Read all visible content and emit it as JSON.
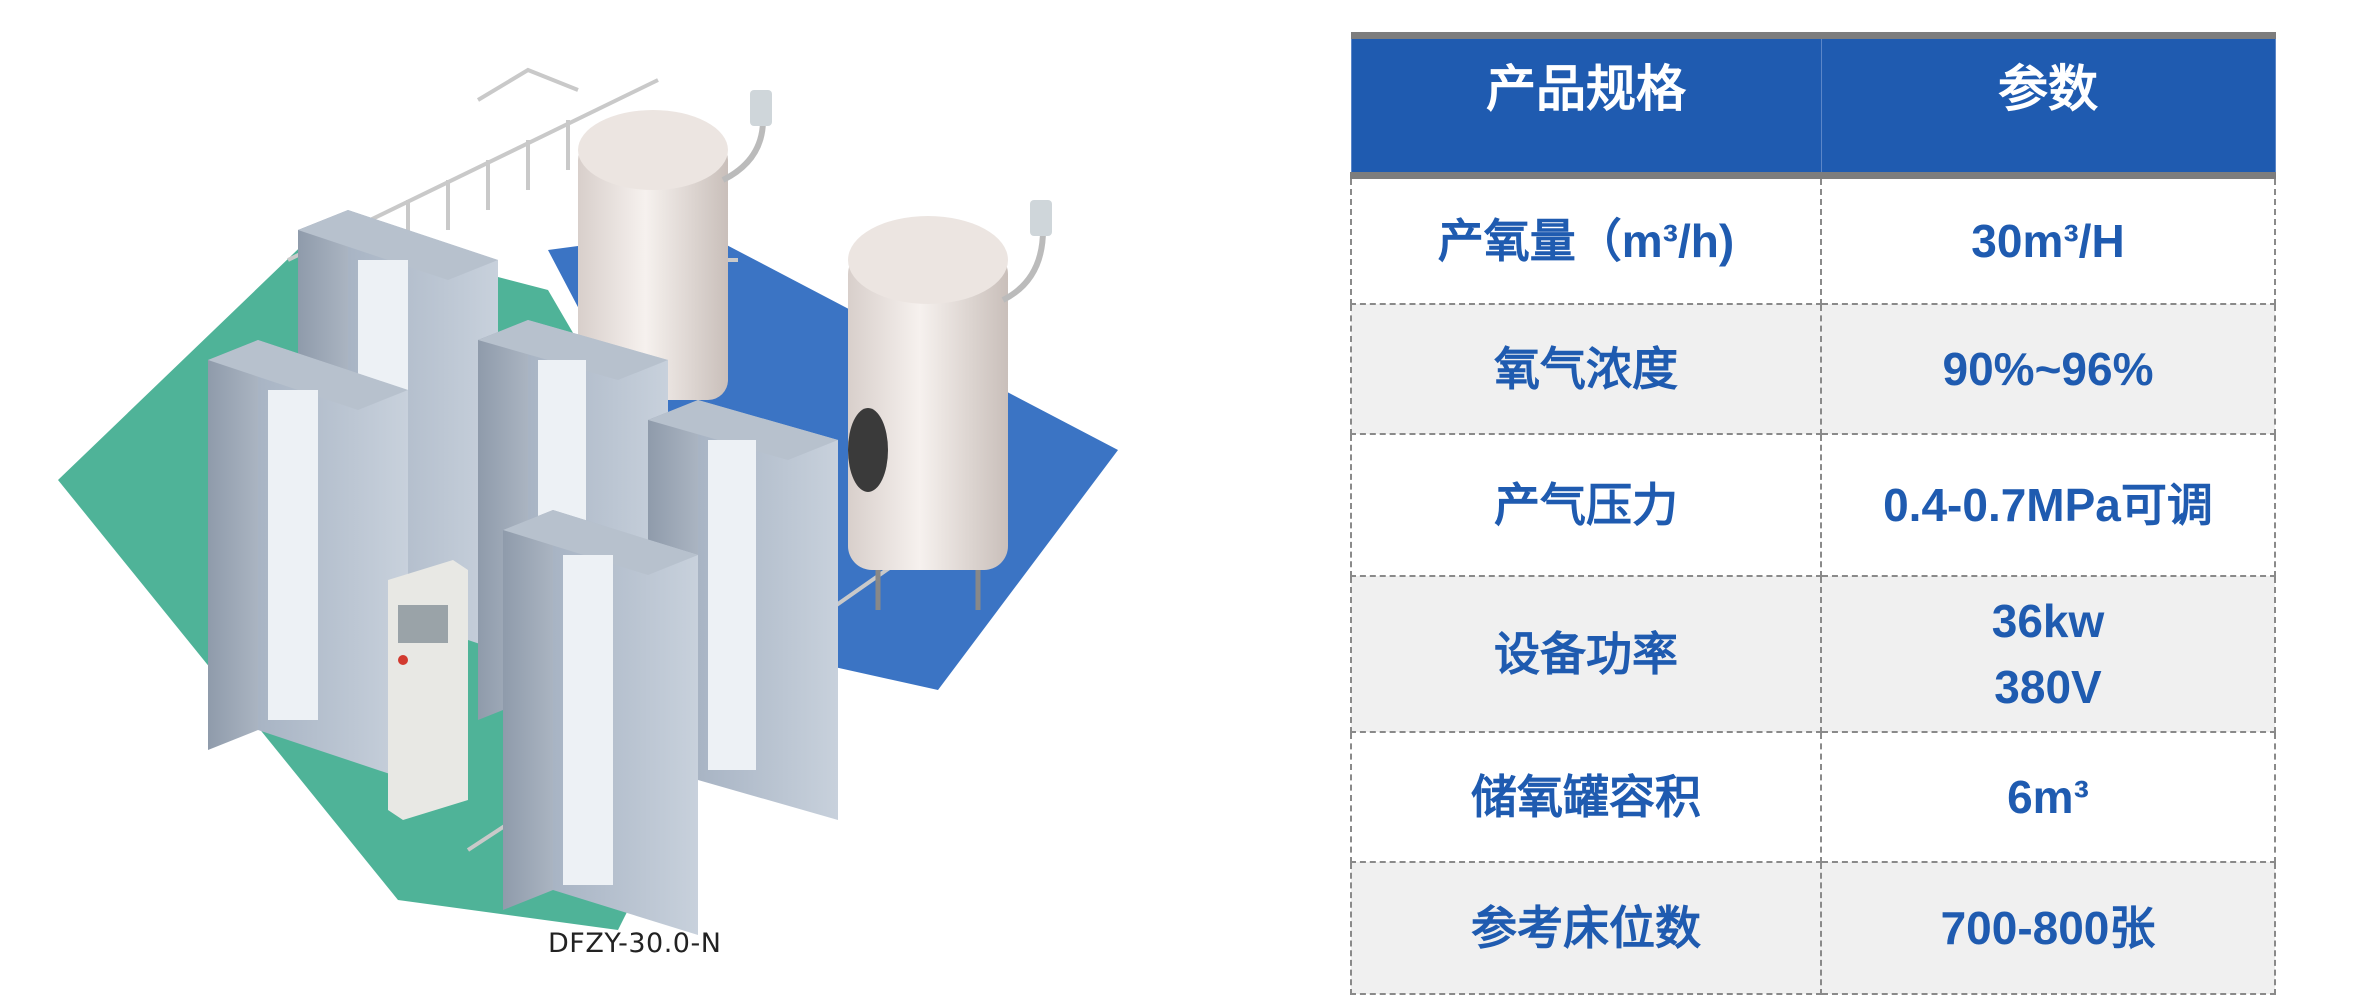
{
  "illustration": {
    "caption": "DFZY-30.0-N"
  },
  "table": {
    "headers": [
      "产品规格",
      "参数"
    ],
    "rows": [
      {
        "label": "产氧量（m³/h)",
        "value": "30m³/H"
      },
      {
        "label": "氧气浓度",
        "value": "90%~96%"
      },
      {
        "label": "产气压力",
        "value": "0.4-0.7MPa可调"
      },
      {
        "label": "设备功率",
        "value": "36kw",
        "value2": "380V"
      },
      {
        "label": "储氧罐容积",
        "value": "6m³"
      },
      {
        "label": "参考床位数",
        "value": "700-800张"
      }
    ]
  },
  "colors": {
    "header_bg": "#1f5bb0",
    "text_blue": "#1f5bb0",
    "floor_green": "#4fb398",
    "floor_blue": "#3b74c4"
  }
}
